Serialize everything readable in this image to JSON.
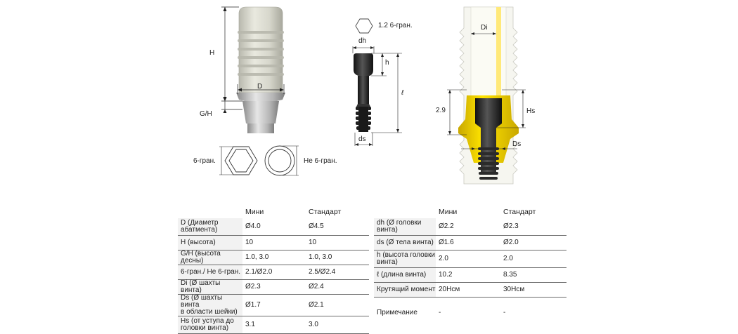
{
  "figure1": {
    "label_H": "H",
    "label_D": "D",
    "label_GH": "G/H",
    "label_hex": "6-гран.",
    "label_nonhex": "Не 6-гран."
  },
  "figure2": {
    "label_hex_size": "1.2 6-гран.",
    "label_dh": "dh",
    "label_h": "h",
    "label_l": "ℓ",
    "label_ds": "ds"
  },
  "figure3": {
    "label_Di": "Di",
    "label_Hs": "Hs",
    "label_29": "2.9",
    "label_Ds": "Ds"
  },
  "colors": {
    "cap": "#dcdcd0",
    "metal": "#b8b8b8",
    "screw": "#2a2a2a",
    "gold": "#f2d200"
  },
  "table_left": {
    "headers": [
      "",
      "Мини",
      "Стандарт"
    ],
    "rows": [
      [
        "D (Диаметр\nабатмента)",
        "Ø4.0",
        "Ø4.5"
      ],
      [
        "H (высота)",
        "10",
        "10"
      ],
      [
        "G/H (высота десны)",
        "1.0, 3.0",
        "1.0, 3.0"
      ],
      [
        "6-гран./ Не 6-гран.",
        "2.1/Ø2.0",
        "2.5/Ø2.4"
      ],
      [
        "Di (Ø шахты винта)",
        "Ø2.3",
        "Ø2.4"
      ],
      [
        "Ds (Ø шахты винта\nв области шейки)",
        "Ø1.7",
        "Ø2.1"
      ],
      [
        "Hs (от уступа до\nголовки винта)",
        "3.1",
        "3.0"
      ]
    ]
  },
  "table_right": {
    "headers": [
      "",
      "Мини",
      "Стандарт"
    ],
    "rows": [
      [
        "dh (Ø головки\nвинта)",
        "Ø2.2",
        "Ø2.3"
      ],
      [
        "ds (Ø тела винта)",
        "Ø1.6",
        "Ø2.0"
      ],
      [
        "h (высота головки\nвинта)",
        "2.0",
        "2.0"
      ],
      [
        "ℓ (длина винта)",
        "10.2",
        "8.35"
      ],
      [
        "Крутящий момент",
        "20Нсм",
        "30Нсм"
      ],
      [
        "Примечание",
        "-",
        "-"
      ]
    ]
  }
}
